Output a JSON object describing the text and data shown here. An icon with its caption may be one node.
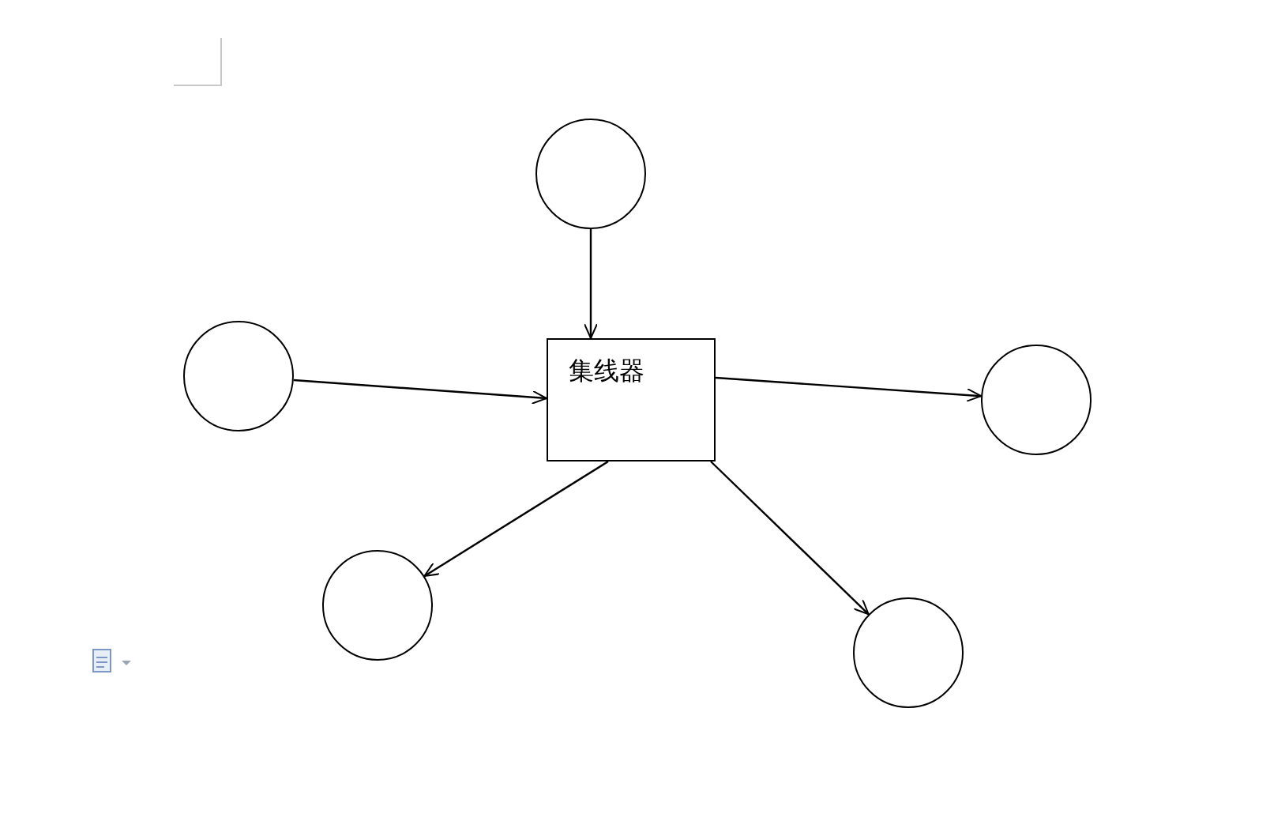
{
  "diagram": {
    "nodes": [
      {
        "text": [],
        "shape": "circle"
      },
      {
        "text": [],
        "shape": "circle"
      },
      {
        "text": [
          "集线器"
        ]
      },
      {
        "text": [],
        "shape": "circle"
      },
      {
        "text": [],
        "shape": "circle"
      },
      {
        "text": [],
        "shape": "circle"
      }
    ],
    "edges": [
      {
        "from": 0,
        "to": 2,
        "arrow": "to"
      },
      {
        "from": 1,
        "to": 2,
        "arrow": "to"
      },
      {
        "from": 2,
        "to": 3,
        "arrow": "to"
      },
      {
        "from": 2,
        "to": 4,
        "arrow": "to"
      },
      {
        "from": 2,
        "to": 5,
        "arrow": "to"
      }
    ]
  }
}
